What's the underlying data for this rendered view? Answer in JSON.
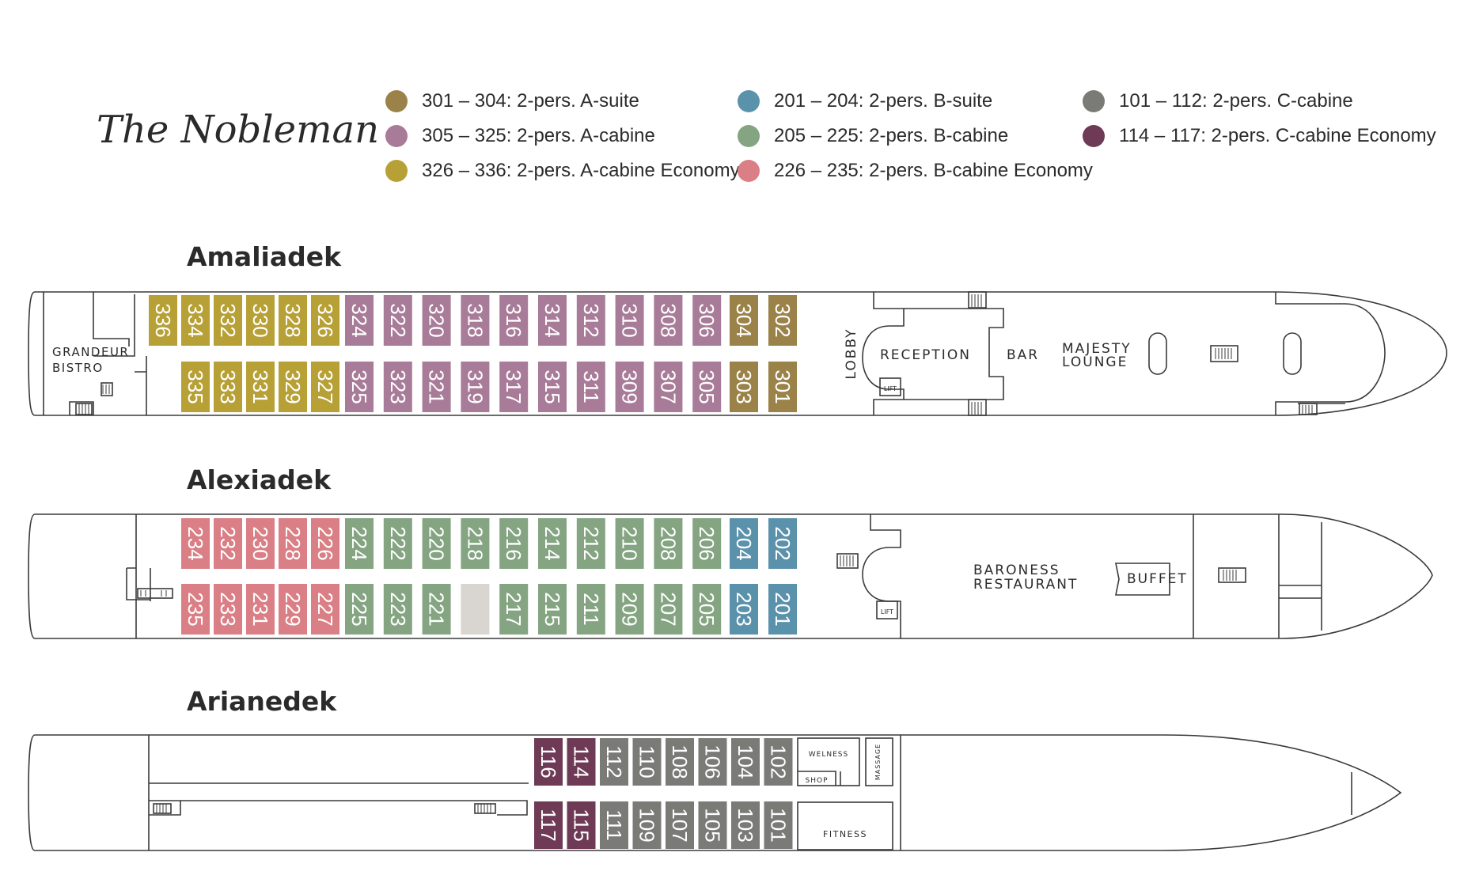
{
  "title": "The Nobleman",
  "legend": [
    {
      "label": "301 – 304: 2-pers. A-suite",
      "color": "#9a8248"
    },
    {
      "label": "305 – 325: 2-pers. A-cabine",
      "color": "#a87c98"
    },
    {
      "label": "326 – 336: 2-pers. A-cabine Economy",
      "color": "#b7a036"
    },
    {
      "label": "201 – 204: 2-pers. B-suite",
      "color": "#5b92ab"
    },
    {
      "label": "205 – 225: 2-pers. B-cabine",
      "color": "#84a482"
    },
    {
      "label": "226 – 235: 2-pers. B-cabine Economy",
      "color": "#d97f85"
    },
    {
      "label": "101 – 112: 2-pers. C-cabine",
      "color": "#7a7a76"
    },
    {
      "label": "114 – 117: 2-pers. C-cabine Economy",
      "color": "#6e3a55"
    }
  ],
  "decks": {
    "amalia": {
      "name": "Amaliadek",
      "cabins_top": [
        "336",
        "334",
        "332",
        "330",
        "328",
        "326",
        "324",
        "322",
        "320",
        "318",
        "316",
        "314",
        "312",
        "310",
        "308",
        "306",
        "304",
        "302"
      ],
      "cabins_bottom": [
        "335",
        "333",
        "331",
        "329",
        "327",
        "325",
        "323",
        "321",
        "319",
        "317",
        "315",
        "311",
        "309",
        "307",
        "305",
        "303",
        "301"
      ],
      "labels": {
        "bistro_1": "GRANDEUR",
        "bistro_2": "BISTRO",
        "lobby": "LOBBY",
        "reception": "RECEPTION",
        "bar": "BAR",
        "lounge_1": "MAJESTY",
        "lounge_2": "LOUNGE",
        "lift": "LIFT"
      }
    },
    "alexia": {
      "name": "Alexiadek",
      "cabins_top": [
        "234",
        "232",
        "230",
        "228",
        "226",
        "224",
        "222",
        "220",
        "218",
        "216",
        "214",
        "212",
        "210",
        "208",
        "206",
        "204",
        "202"
      ],
      "cabins_bottom": [
        "235",
        "233",
        "231",
        "229",
        "227",
        "225",
        "223",
        "221",
        "",
        "217",
        "215",
        "211",
        "209",
        "207",
        "205",
        "203",
        "201"
      ],
      "labels": {
        "restaurant_1": "BARONESS",
        "restaurant_2": "RESTAURANT",
        "buffet": "BUFFET",
        "lift": "LIFT"
      }
    },
    "ariane": {
      "name": "Arianedek",
      "cabins_top": [
        "116",
        "114",
        "112",
        "110",
        "108",
        "106",
        "104",
        "102"
      ],
      "cabins_bottom": [
        "117",
        "115",
        "111",
        "109",
        "107",
        "105",
        "103",
        "101"
      ],
      "labels": {
        "welness": "WELNESS",
        "shop": "SHOP",
        "massage": "MASSAGE",
        "fitness": "FITNESS"
      }
    }
  },
  "colors": {
    "a_suite": "#9a8248",
    "a_cabine": "#a87c98",
    "a_economy": "#b7a036",
    "b_suite": "#5b92ab",
    "b_cabine": "#84a482",
    "b_economy": "#d97f85",
    "c_cabine": "#7a7a76",
    "c_economy": "#6e3a55",
    "empty_cabin": "#d9d6d2",
    "outline": "#3a3a3a"
  }
}
